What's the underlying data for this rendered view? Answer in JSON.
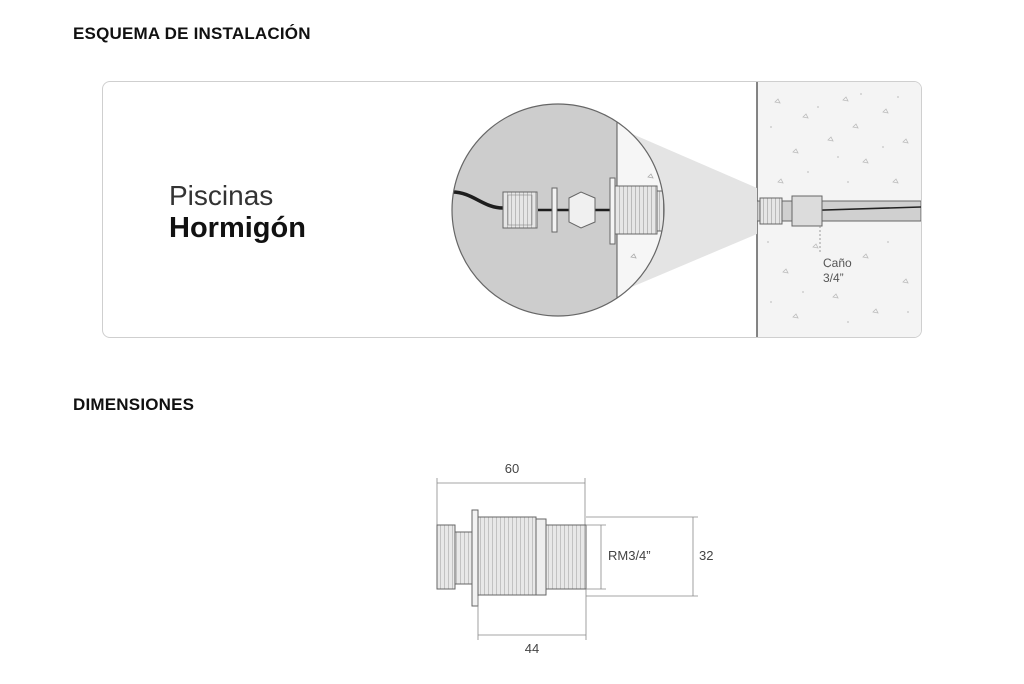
{
  "sections": {
    "installation_title": "ESQUEMA DE INSTALACIÓN",
    "dimensions_title": "DIMENSIONES"
  },
  "installation": {
    "label_light": "Piscinas",
    "label_bold": "Hormigón",
    "pipe_label_line1": "Caño",
    "pipe_label_line2": "3/4”"
  },
  "dimensions": {
    "top_width": "60",
    "bottom_width": "44",
    "thread_label": "RM3/4”",
    "height": "32"
  }
}
